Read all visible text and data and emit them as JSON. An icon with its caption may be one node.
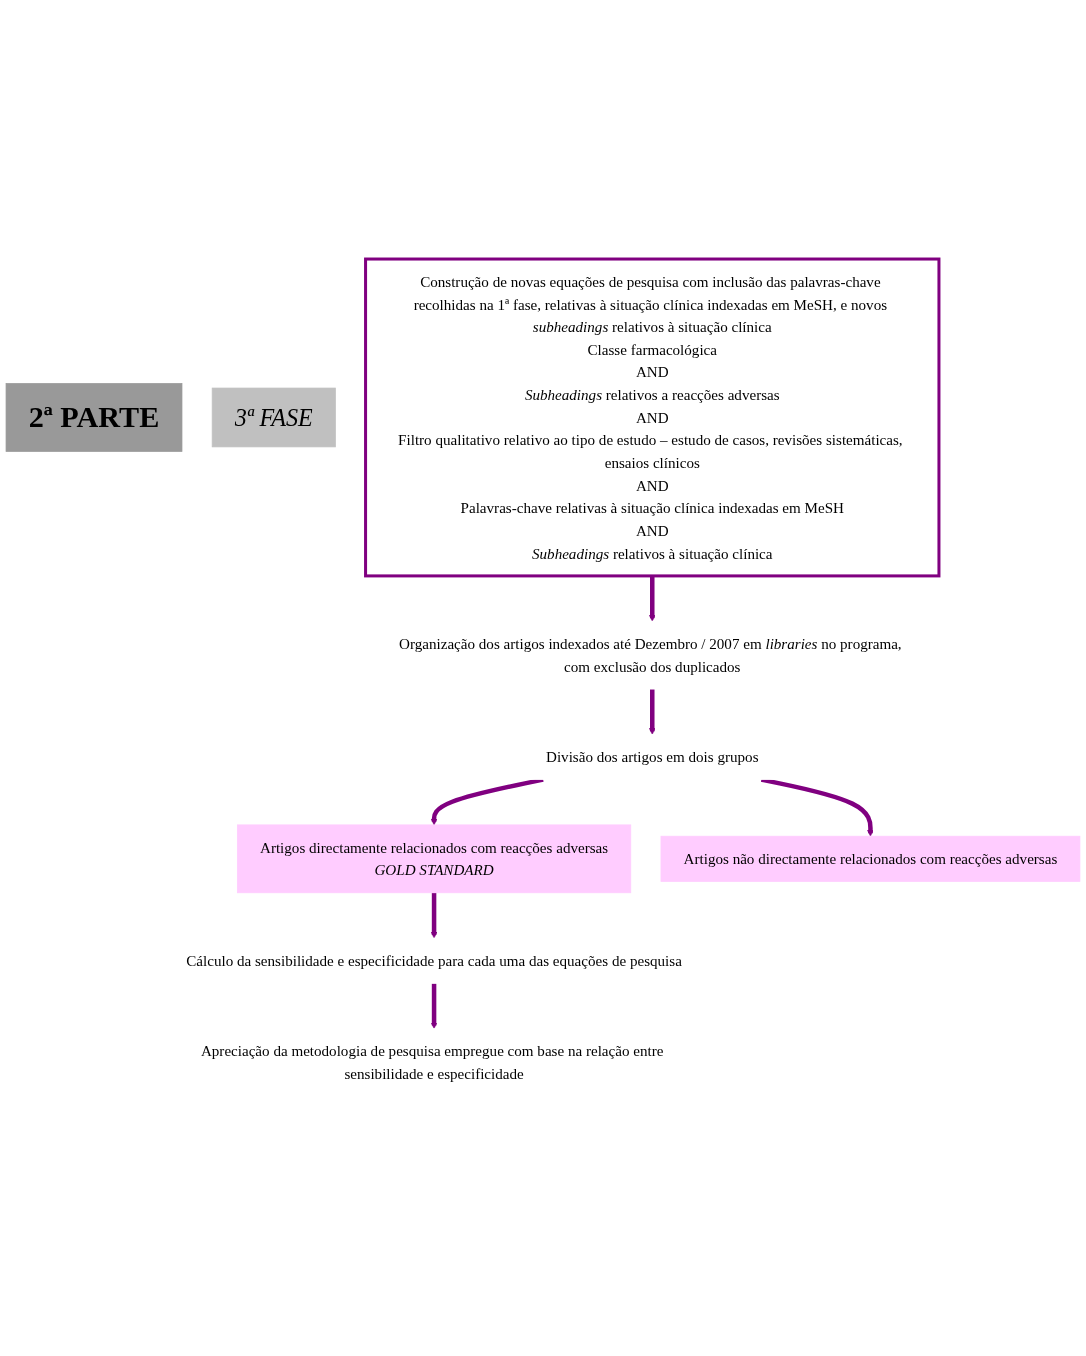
{
  "diagram": {
    "nodes": [
      {
        "text": [
          "2ª PARTE"
        ]
      },
      {
        "text": [
          "3ª FASE"
        ]
      },
      {
        "text": [
          "Construção de novas equações de pesquisa com inclusão das palavras-chave recolhidas na 1ª fase, relativas à situação clínica indexadas em MeSH, e novos *subheadings* relativos à situação clínica",
          "Classe farmacológica",
          "AND",
          "*Subheadings* relativos a reacções adversas",
          "AND",
          "Filtro qualitativo relativo ao tipo de estudo – estudo de casos, revisões sistemáticas, ensaios clínicos",
          "AND",
          "Palavras-chave relativas à situação clínica indexadas em MeSH",
          "AND",
          "*Subheadings* relativos à situação clínica"
        ]
      },
      {
        "text": [
          "Organização dos artigos indexados até Dezembro / 2007 em *libraries* no programa, com exclusão dos duplicados"
        ]
      },
      {
        "text": [
          "Divisão dos artigos em dois grupos"
        ]
      },
      {
        "text": [
          "Artigos directamente relacionados com reacções adversas",
          "*GOLD STANDARD*"
        ]
      },
      {
        "text": [
          "Artigos não directamente relacionados com reacções adversas"
        ]
      },
      {
        "text": [
          "Cálculo da sensibilidade e especificidade para cada uma das equações de pesquisa"
        ]
      },
      {
        "text": [
          "Apreciação da metodologia de pesquisa empregue com base na relação entre sensibilidade e especificidade"
        ]
      }
    ],
    "edges": [
      {
        "from": 2,
        "to": 3,
        "arrow": "to"
      },
      {
        "from": 3,
        "to": 4,
        "arrow": "to"
      },
      {
        "from": 4,
        "to": 5,
        "arrow": "to"
      },
      {
        "from": 4,
        "to": 6,
        "arrow": "to"
      },
      {
        "from": 5,
        "to": 7,
        "arrow": "to"
      },
      {
        "from": 7,
        "to": 8,
        "arrow": "to"
      }
    ]
  }
}
